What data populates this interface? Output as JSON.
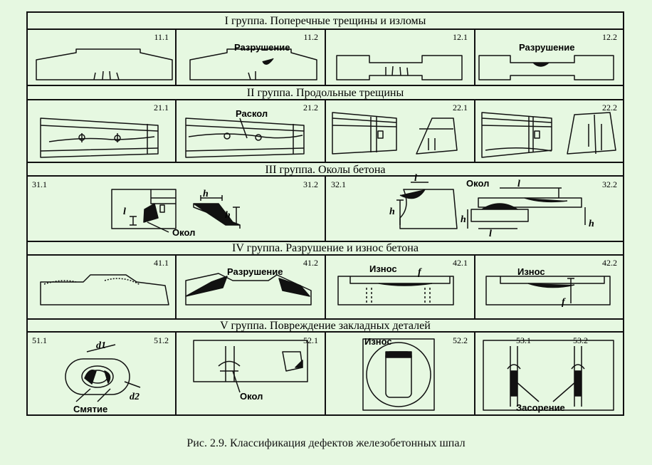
{
  "groups": [
    {
      "title": "I группа. Поперечные трещины и изломы"
    },
    {
      "title": "II группа. Продольные трещины"
    },
    {
      "title": "III группа. Околы бетона"
    },
    {
      "title": "IV группа. Разрушение и износ бетона"
    },
    {
      "title": "V группа. Повреждение закладных деталей"
    }
  ],
  "panels": {
    "p11": "11.1",
    "p112": "11.2",
    "p121": "12.1",
    "p122": "12.2",
    "p211": "21.1",
    "p212": "21.2",
    "p221": "22.1",
    "p222": "22.2",
    "p311": "31.1",
    "p312": "31.2",
    "p321": "32.1",
    "p322": "32.2",
    "p411": "41.1",
    "p412": "41.2",
    "p421": "42.1",
    "p422": "42.2",
    "p511": "51.1",
    "p512": "51.2",
    "p521": "52.1",
    "p522": "52.2",
    "p531": "53.1",
    "p532": "53.2"
  },
  "labels": {
    "razrushenie": "Разрушение",
    "raskol": "Раскол",
    "okol": "Окол",
    "iznos": "Износ",
    "smyatie": "Смятие",
    "zasorenie": "Засорение",
    "h": "h",
    "l": "l",
    "f": "f",
    "d1": "d1",
    "d2": "d2"
  },
  "caption": "Рис. 2.9. Классификация дефектов железобетонных шпал"
}
